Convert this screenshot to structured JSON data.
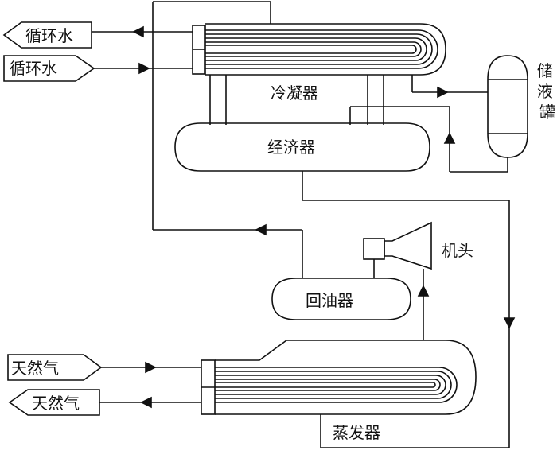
{
  "labels": {
    "water_out": "循环水",
    "water_in": "循环水",
    "condenser": "冷凝器",
    "receiver": "储液罐",
    "economizer": "经济器",
    "oil_separator": "回油器",
    "compressor": "机头",
    "evaporator": "蒸发器",
    "gas_in": "天然气",
    "gas_out": "天然气"
  },
  "colors": {
    "stroke": "#111111",
    "background": "#ffffff"
  }
}
